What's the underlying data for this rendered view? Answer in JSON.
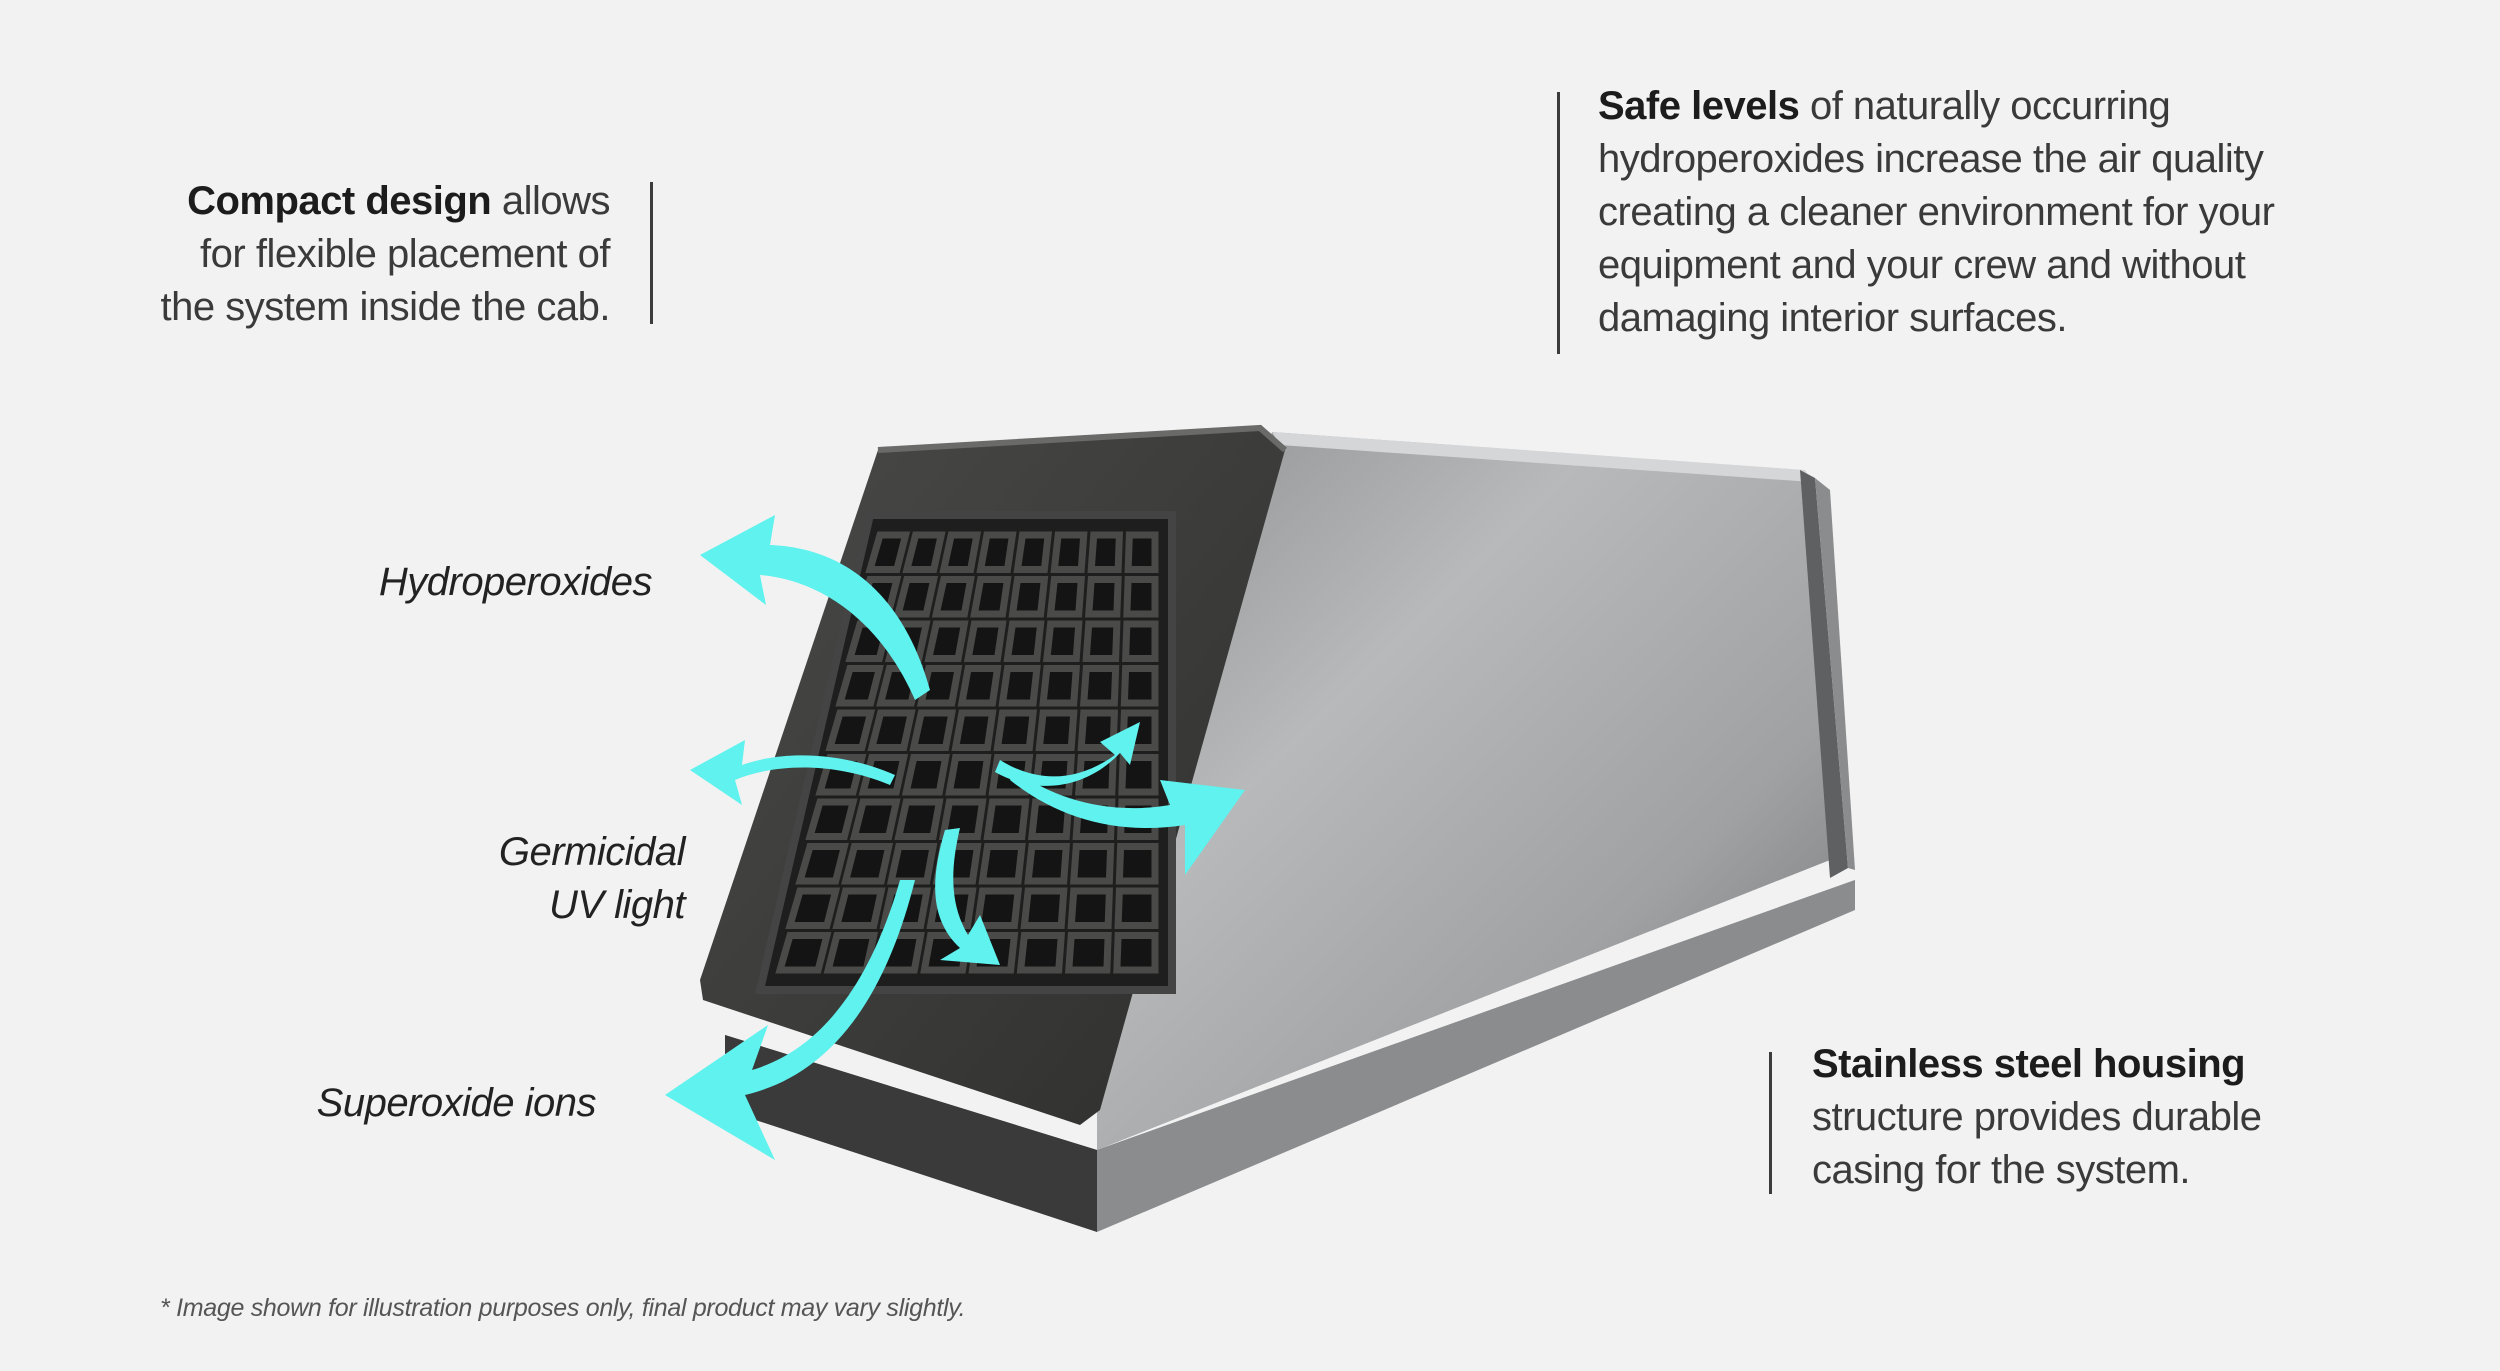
{
  "callouts": {
    "compact": {
      "bold": "Compact design",
      "rest_line1": " allows",
      "line2": "for flexible placement of",
      "line3": "the system inside the cab."
    },
    "safe": {
      "bold": "Safe levels",
      "rest_line1": " of naturally occurring",
      "line2": "hydroperoxides increase the air quality",
      "line3": "creating a cleaner environment for your",
      "line4": "equipment and your crew and without",
      "line5": "damaging interior surfaces."
    },
    "stainless": {
      "bold": "Stainless steel housing",
      "line2": "structure provides durable",
      "line3": "casing for the system."
    }
  },
  "labels": {
    "hydroperoxides": "Hydroperoxides",
    "germicidal_line1": "Germicidal",
    "germicidal_line2": "UV light",
    "superoxide": "Superoxide ions"
  },
  "footnote": "* Image shown for illustration purposes only, final product may vary slightly.",
  "colors": {
    "background": "#f2f2f2",
    "arrow": "#5ff2ee",
    "steel": "#a9abad",
    "grille": "#2b2b2b"
  }
}
